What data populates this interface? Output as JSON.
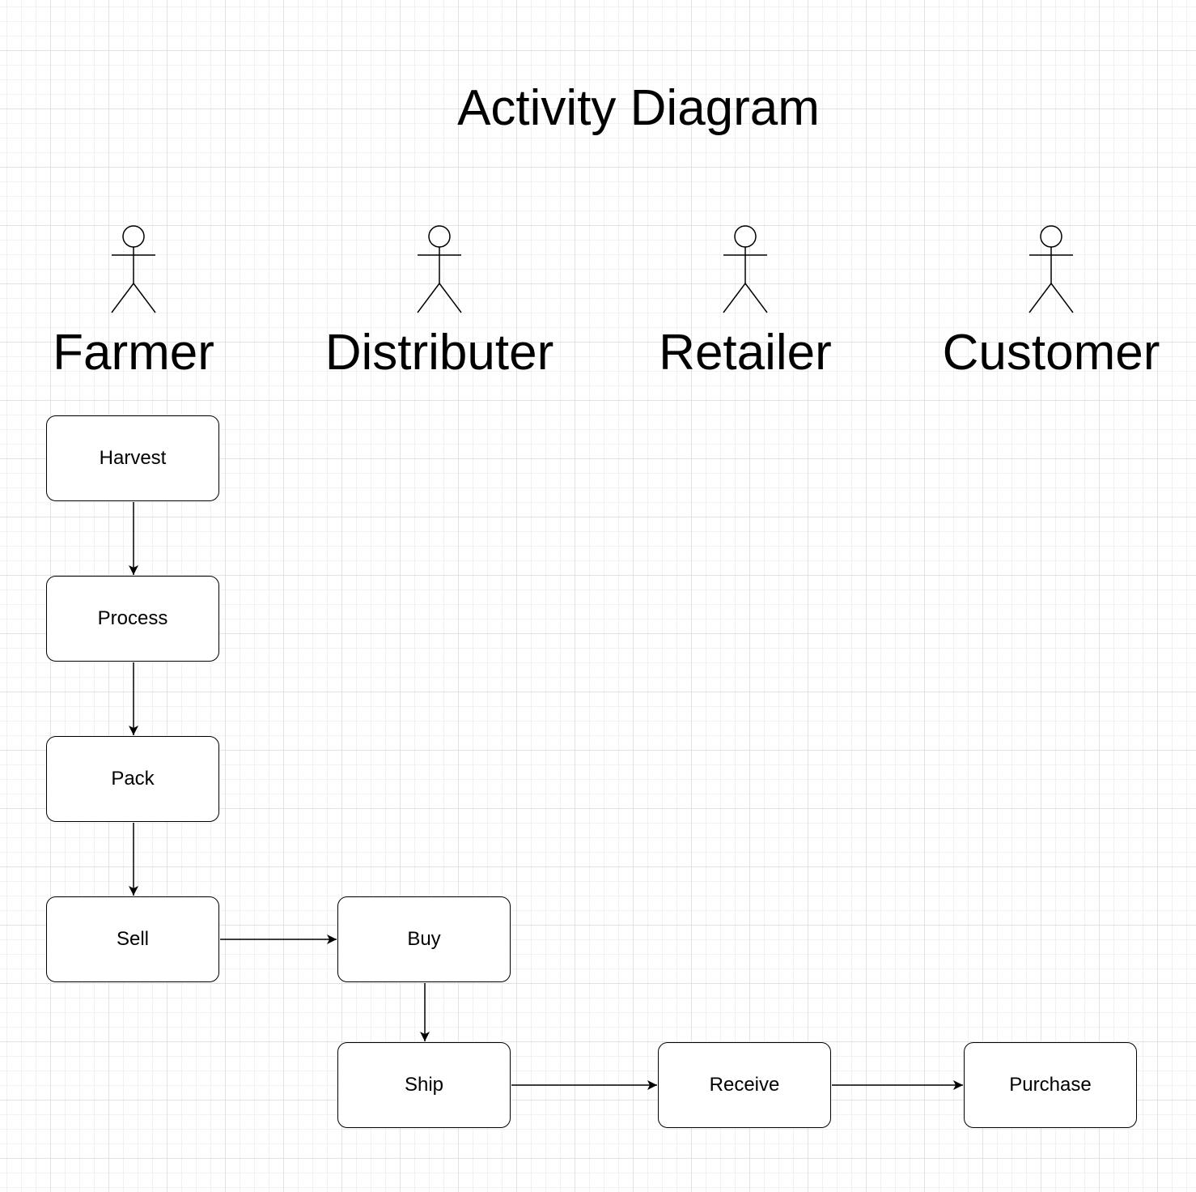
{
  "title": "Activity Diagram",
  "actors": [
    {
      "id": "farmer",
      "label": "Farmer"
    },
    {
      "id": "distributer",
      "label": "Distributer"
    },
    {
      "id": "retailer",
      "label": "Retailer"
    },
    {
      "id": "customer",
      "label": "Customer"
    }
  ],
  "activities": {
    "harvest": "Harvest",
    "process": "Process",
    "pack": "Pack",
    "sell": "Sell",
    "buy": "Buy",
    "ship": "Ship",
    "receive": "Receive",
    "purchase": "Purchase"
  },
  "flows": [
    {
      "from": "harvest",
      "to": "process"
    },
    {
      "from": "process",
      "to": "pack"
    },
    {
      "from": "pack",
      "to": "sell"
    },
    {
      "from": "sell",
      "to": "buy"
    },
    {
      "from": "buy",
      "to": "ship"
    },
    {
      "from": "ship",
      "to": "receive"
    },
    {
      "from": "receive",
      "to": "purchase"
    }
  ],
  "colors": {
    "stroke": "#000000",
    "node_fill": "#ffffff",
    "grid_major": "#e2e2e2",
    "grid_minor": "#f1f1f1"
  }
}
